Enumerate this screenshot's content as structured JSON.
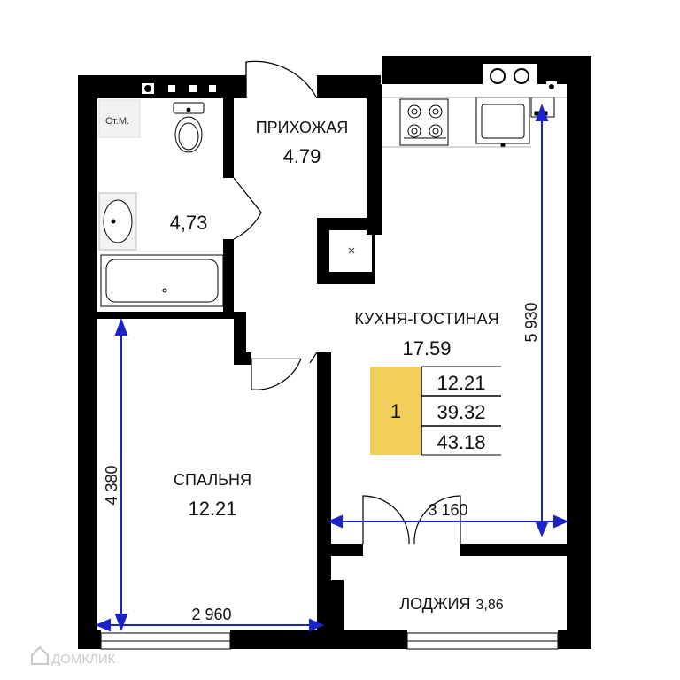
{
  "rooms": {
    "hallway": {
      "name": "ПРИХОЖАЯ",
      "area": "4.79"
    },
    "bathroom": {
      "area": "4,73",
      "appliance": "Ст.М."
    },
    "kitchen": {
      "name": "КУХНЯ-ГОСТИНАЯ",
      "area": "17.59"
    },
    "bedroom": {
      "name": "СПАЛЬНЯ",
      "area": "12.21"
    },
    "loggia": {
      "name": "ЛОДЖИЯ",
      "area": "3,86"
    }
  },
  "summary": {
    "rooms_count": "1",
    "living_area": "12.21",
    "total_without_loggia": "39.32",
    "total_area": "43.18"
  },
  "dimensions": {
    "bedroom_height": "4 380",
    "bedroom_width": "2 960",
    "kitchen_height": "5 930",
    "kitchen_width": "3 160"
  },
  "watermark": "ДОМКЛИК",
  "colors": {
    "wall": "#000000",
    "dimension": "#1a22c8",
    "badge": "#f2cf5b"
  }
}
